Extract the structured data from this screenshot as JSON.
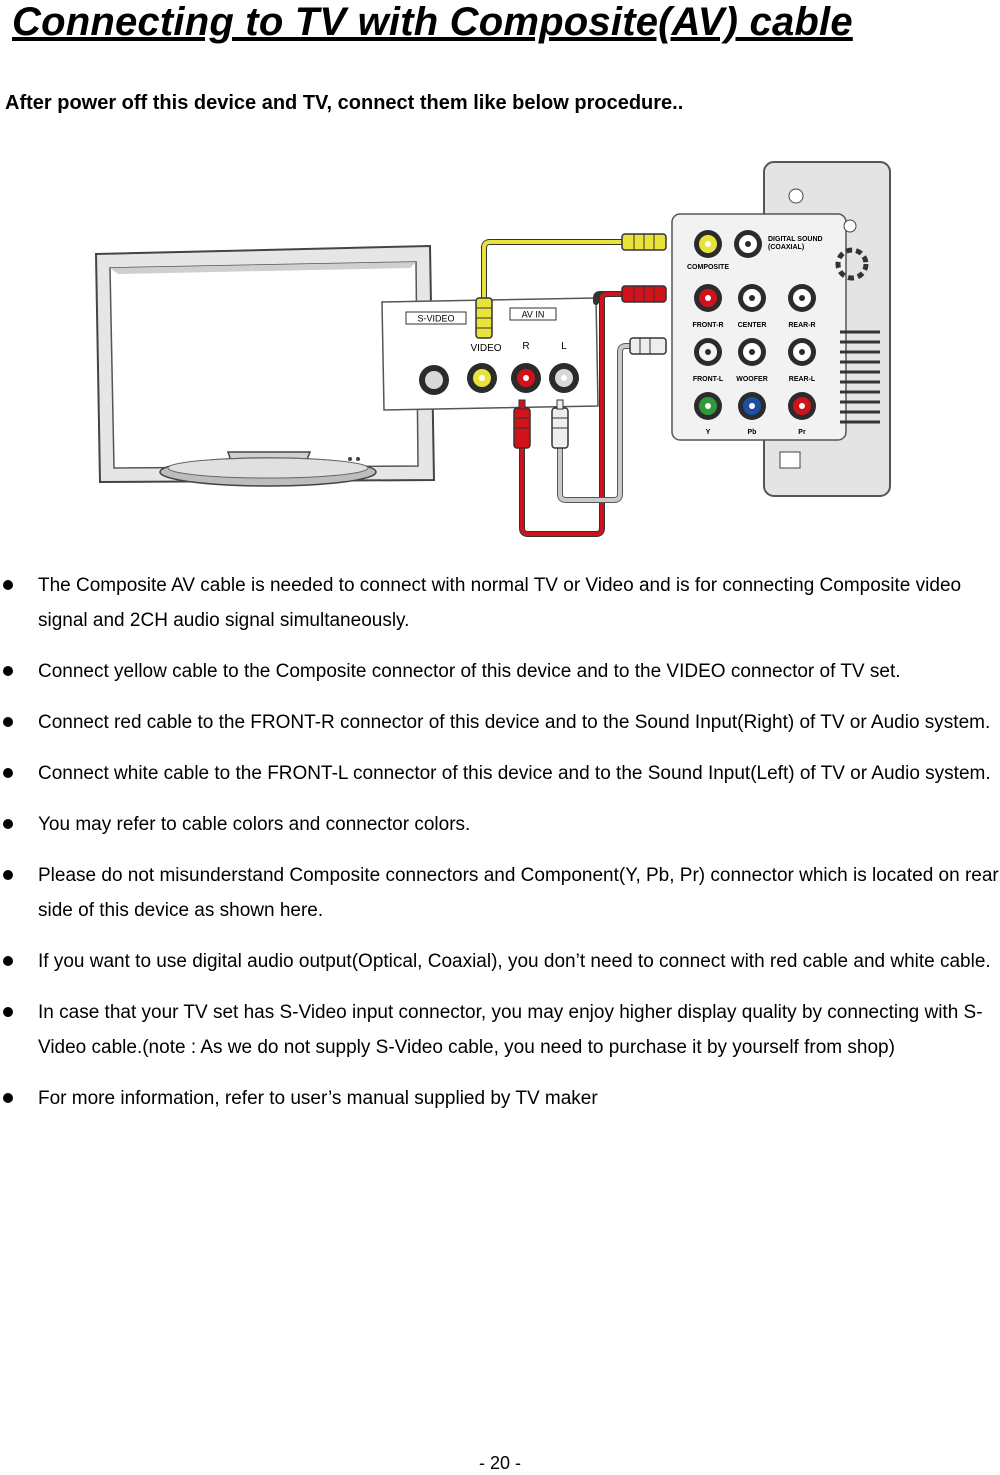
{
  "page": {
    "title": "Connecting to TV with Composite(AV) cable",
    "subtitle": "After power off this device and TV, connect them like below procedure..",
    "page_number": "- 20 -"
  },
  "diagram": {
    "tv_panel": {
      "svideo_label": "S-VIDEO",
      "avin_label": "AV IN",
      "video_label": "VIDEO",
      "r_label": "R",
      "l_label": "L"
    },
    "device_panel": {
      "composite_label": "COMPOSITE",
      "digital_sound_label": "DIGITAL SOUND",
      "coaxial_label": "(COAXIAL)",
      "front_r_label": "FRONT-R",
      "center_label": "CENTER",
      "rear_r_label": "REAR-R",
      "front_l_label": "FRONT-L",
      "woofer_label": "WOOFER",
      "rear_l_label": "REAR-L",
      "y_label": "Y",
      "pb_label": "Pb",
      "pr_label": "Pr"
    },
    "colors": {
      "yellow_cable": "#e8e23a",
      "red_cable": "#d0121b",
      "white_cable": "#c9c9c9",
      "green_jack": "#2f9a3c",
      "blue_jack": "#1e4fa3"
    }
  },
  "bullets": [
    "The Composite AV cable is needed to connect with normal TV or Video and is for connecting Composite video signal and 2CH audio signal simultaneously.",
    "Connect yellow cable to the Composite connector of this device and to the VIDEO connector of TV set.",
    "Connect red cable to the FRONT-R connector of this device and to the Sound Input(Right) of TV or Audio system.",
    "Connect white cable to the FRONT-L connector of this device and to the Sound Input(Left) of TV or Audio system.",
    "You may refer to cable colors and connector colors.",
    "Please do not misunderstand Composite connectors and Component(Y, Pb, Pr) connector which is located on rear side of this device as shown here.",
    "If you want to use digital audio output(Optical, Coaxial), you don’t need to connect with red cable and white cable.",
    "In case that your TV set has S-Video input connector, you may enjoy higher display quality by connecting with S-Video cable.(note : As we do not supply S-Video cable, you need to purchase it by yourself from shop)",
    "For more information, refer to user’s manual supplied by TV maker"
  ]
}
